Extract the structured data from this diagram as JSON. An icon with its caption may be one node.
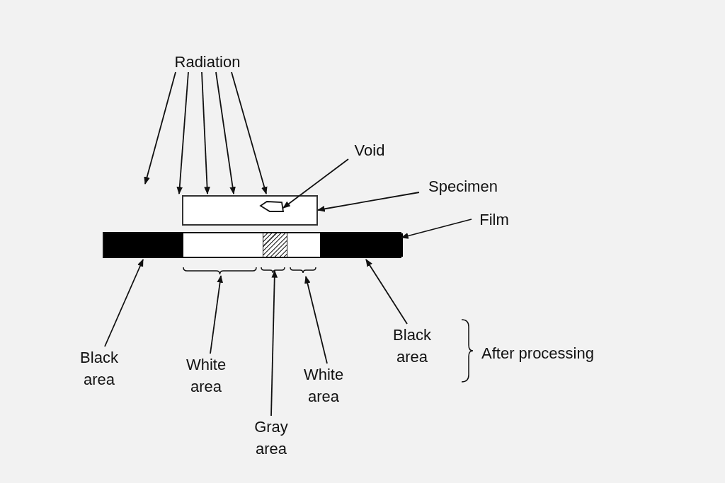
{
  "diagram": {
    "nodes": [
      {
        "text": [
          "Radiation"
        ]
      },
      {
        "text": [
          "Void"
        ]
      },
      {
        "text": [
          "Specimen"
        ]
      },
      {
        "text": [
          "Film"
        ]
      },
      {
        "text": [],
        "shape": "box"
      },
      {
        "text": [],
        "shape": "polygon",
        "in": 4
      },
      {
        "text": [],
        "shape": "bar"
      },
      {
        "text": [],
        "shape": "bar",
        "in": 6
      },
      {
        "text": [],
        "shape": "bar",
        "in": 6
      },
      {
        "text": [],
        "shape": "bar",
        "in": 6
      },
      {
        "text": [],
        "shape": "bar",
        "in": 6
      },
      {
        "text": [],
        "shape": "bar",
        "in": 6
      },
      {
        "text": [
          "Black area"
        ]
      },
      {
        "text": [
          "White area"
        ]
      },
      {
        "text": [
          "Gray area"
        ]
      },
      {
        "text": [
          "White area"
        ]
      },
      {
        "text": [
          "Black area"
        ]
      }
    ],
    "edges": [
      {
        "from": 0,
        "to": null,
        "arrow": "to"
      },
      {
        "from": 0,
        "to": 4,
        "arrow": "to"
      },
      {
        "from": 0,
        "to": 4,
        "arrow": "to"
      },
      {
        "from": 0,
        "to": 4,
        "arrow": "to"
      },
      {
        "from": 0,
        "to": 4,
        "arrow": "to"
      },
      {
        "from": 1,
        "to": 5,
        "arrow": "to"
      },
      {
        "from": 2,
        "to": 4,
        "arrow": "to"
      },
      {
        "from": 3,
        "to": 6,
        "arrow": "to"
      },
      {
        "from": 12,
        "to": 7,
        "arrow": "to"
      },
      {
        "from": 13,
        "to": 8,
        "arrow": "to"
      },
      {
        "from": 14,
        "to": 9,
        "arrow": "to"
      },
      {
        "from": 15,
        "to": 10,
        "arrow": "to"
      },
      {
        "from": 16,
        "to": 11,
        "arrow": "to"
      }
    ],
    "labels": [
      "After processing"
    ]
  }
}
